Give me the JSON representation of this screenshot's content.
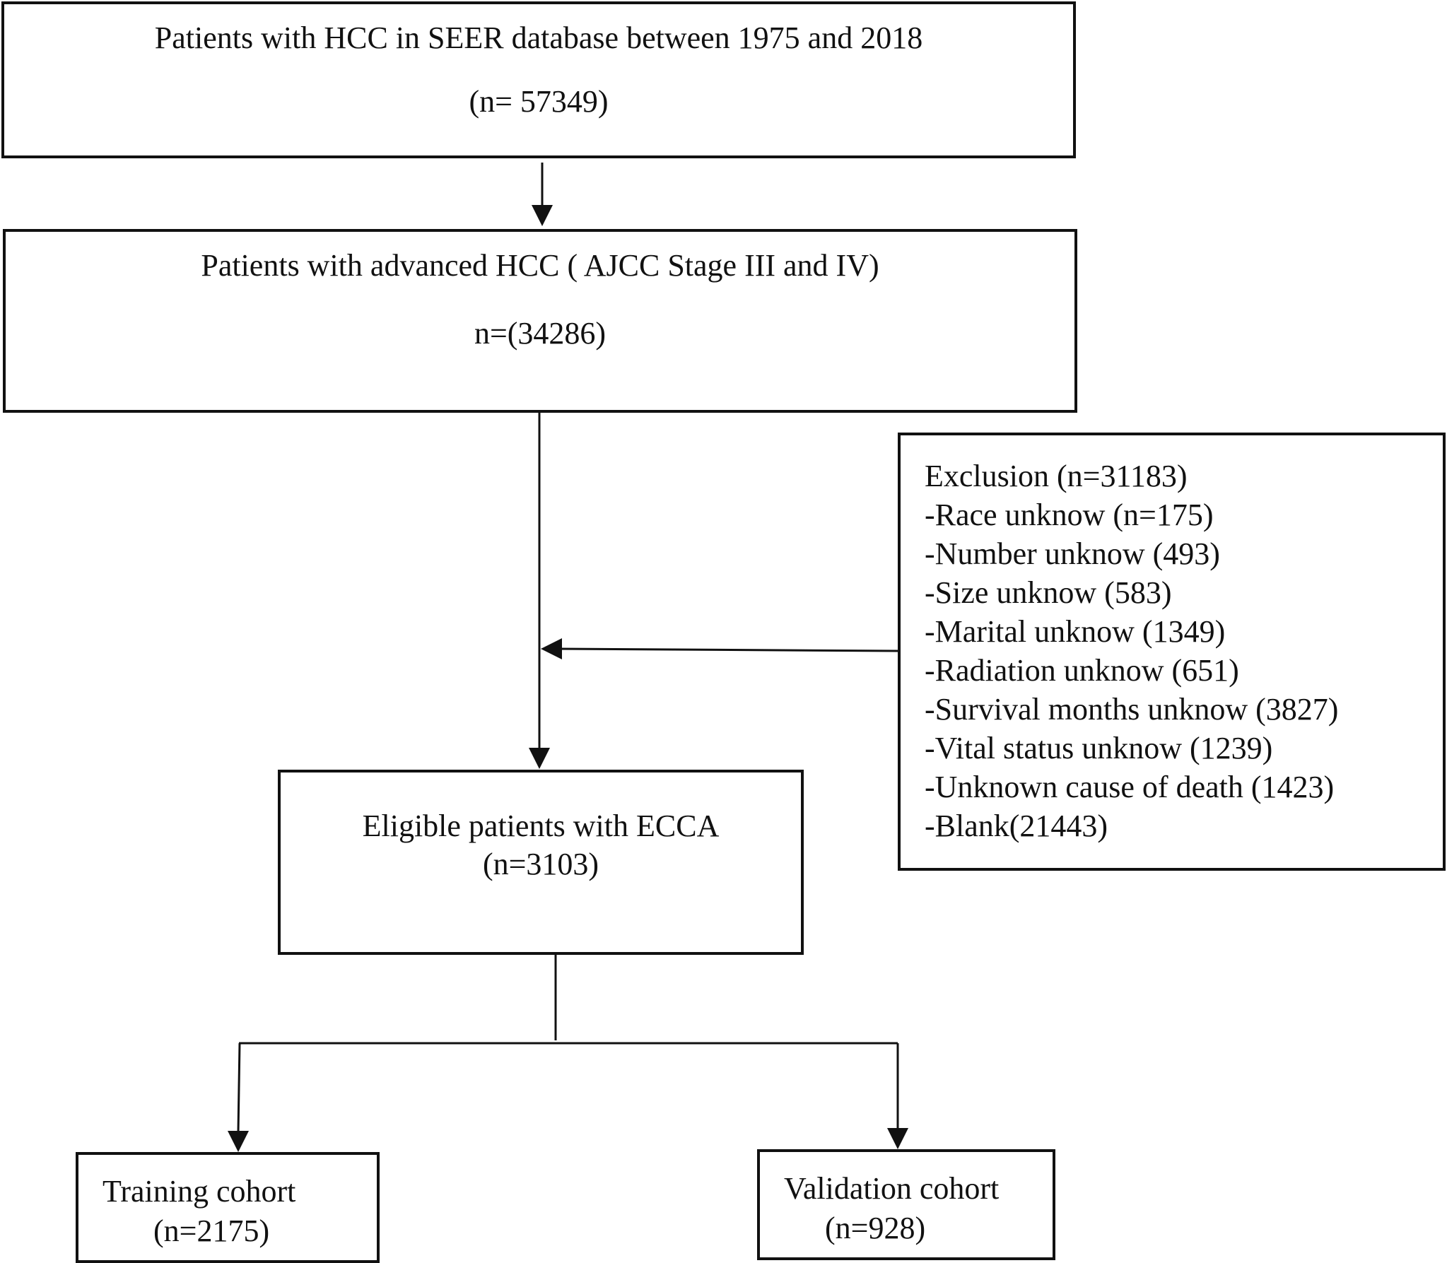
{
  "boxes": {
    "seer": {
      "line1": "Patients with HCC in SEER database between 1975 and 2018",
      "line2": "(n= 57349)"
    },
    "advanced": {
      "line1": "Patients with advanced HCC (  AJCC Stage  III and IV)",
      "line2": "n=(34286)"
    },
    "exclusion": {
      "lines": [
        "Exclusion (n=31183)",
        "-Race unknow (n=175)",
        "-Number unknow (493)",
        "-Size unknow (583)",
        "-Marital unknow (1349)",
        "-Radiation  unknow (651)",
        "-Survival months unknow (3827)",
        "-Vital status unknow (1239)",
        "-Unknown cause of death (1423)",
        "-Blank(21443)"
      ]
    },
    "eligible": {
      "line1": "Eligible patients with ECCA",
      "line2": "(n=3103)"
    },
    "training": {
      "line1": "Training cohort",
      "line2": "(n=2175)"
    },
    "validation": {
      "line1": "Validation cohort",
      "line2": "(n=928)"
    }
  },
  "colors": {
    "stroke": "#111111",
    "background": "#ffffff"
  }
}
